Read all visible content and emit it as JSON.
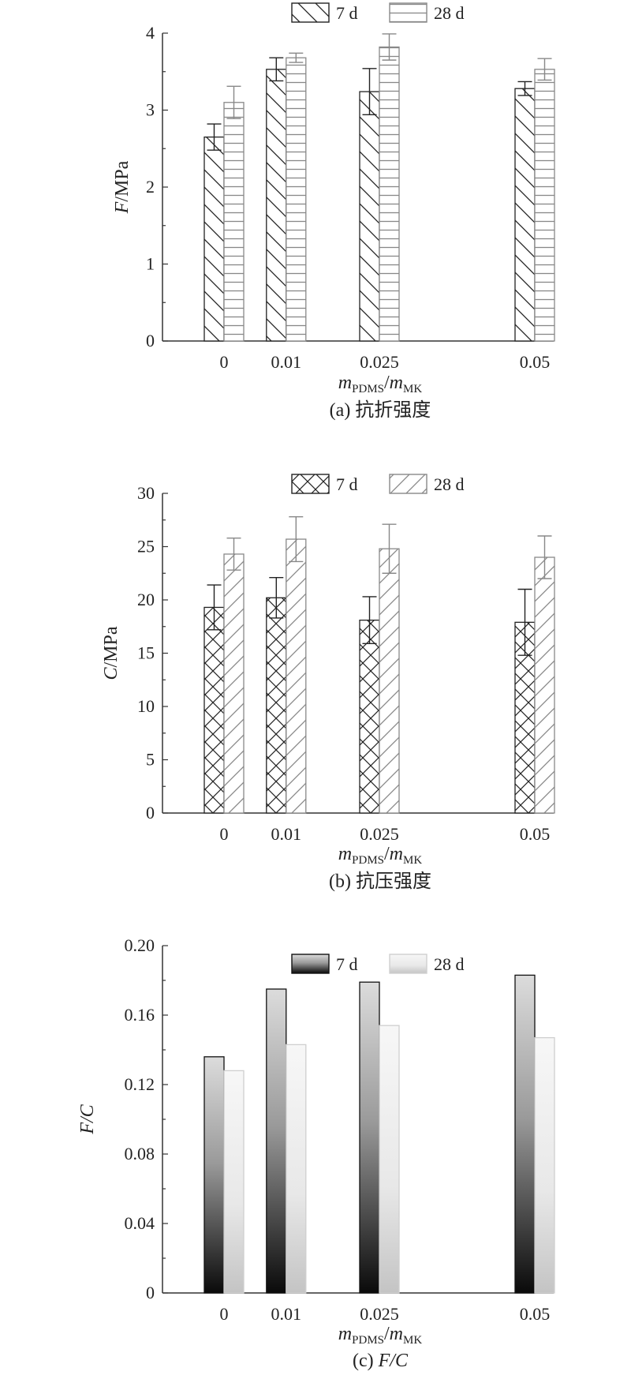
{
  "chart_data": [
    {
      "type": "bar",
      "caption": "(a) 抗折强度",
      "ylabel_var": "F",
      "ylabel_unit": "/MPa",
      "xlabel": {
        "num": "m",
        "num_sub": "PDMS",
        "slash": "/",
        "den": "m",
        "den_sub": "MK"
      },
      "categories": [
        "0",
        "0.01",
        "0.025",
        "0.05"
      ],
      "x_values": [
        0,
        0.01,
        0.025,
        0.05
      ],
      "ylim": [
        0,
        4
      ],
      "yticks": [
        0,
        1,
        2,
        3,
        4
      ],
      "ytick_labels": [
        "0",
        "1",
        "2",
        "3",
        "4"
      ],
      "legend_position": "top-center",
      "series": [
        {
          "name": "7 d",
          "values": [
            2.65,
            3.53,
            3.24,
            3.28
          ],
          "errors": [
            0.17,
            0.15,
            0.3,
            0.09
          ],
          "pattern": "backslash",
          "color": "#222222"
        },
        {
          "name": "28 d",
          "values": [
            3.1,
            3.68,
            3.82,
            3.53
          ],
          "errors": [
            0.21,
            0.06,
            0.17,
            0.14
          ],
          "pattern": "horizontal",
          "color": "#888888"
        }
      ]
    },
    {
      "type": "bar",
      "caption": "(b) 抗压强度",
      "ylabel_var": "C",
      "ylabel_unit": "/MPa",
      "xlabel": {
        "num": "m",
        "num_sub": "PDMS",
        "slash": "/",
        "den": "m",
        "den_sub": "MK"
      },
      "categories": [
        "0",
        "0.01",
        "0.025",
        "0.05"
      ],
      "x_values": [
        0,
        0.01,
        0.025,
        0.05
      ],
      "ylim": [
        0,
        30
      ],
      "yticks": [
        0,
        5,
        10,
        15,
        20,
        25,
        30
      ],
      "ytick_labels": [
        "0",
        "5",
        "10",
        "15",
        "20",
        "25",
        "30"
      ],
      "legend_position": "top-center",
      "series": [
        {
          "name": "7 d",
          "values": [
            19.3,
            20.2,
            18.1,
            17.9
          ],
          "errors": [
            2.1,
            1.9,
            2.2,
            3.1
          ],
          "pattern": "crosshatch",
          "color": "#222222"
        },
        {
          "name": "28 d",
          "values": [
            24.3,
            25.7,
            24.8,
            24.0
          ],
          "errors": [
            1.5,
            2.1,
            2.3,
            2.0
          ],
          "pattern": "slash",
          "color": "#888888"
        }
      ]
    },
    {
      "type": "bar",
      "caption_prefix": "(c) ",
      "caption_var": "F/C",
      "ylabel_var": "F/C",
      "xlabel": {
        "num": "m",
        "num_sub": "PDMS",
        "slash": "/",
        "den": "m",
        "den_sub": "MK"
      },
      "categories": [
        "0",
        "0.01",
        "0.025",
        "0.05"
      ],
      "x_values": [
        0,
        0.01,
        0.025,
        0.05
      ],
      "ylim": [
        0,
        0.2
      ],
      "yticks": [
        0,
        0.04,
        0.08,
        0.12,
        0.16,
        0.2
      ],
      "ytick_labels": [
        "0",
        "0.04",
        "0.08",
        "0.12",
        "0.16",
        "0.20"
      ],
      "legend_position": "top-center",
      "series": [
        {
          "name": "7 d",
          "values": [
            0.136,
            0.175,
            0.179,
            0.183
          ],
          "pattern": "gradient-dark",
          "color": "#111111"
        },
        {
          "name": "28 d",
          "values": [
            0.128,
            0.143,
            0.154,
            0.147
          ],
          "pattern": "gradient-light",
          "color": "#cfcfcf"
        }
      ]
    }
  ]
}
